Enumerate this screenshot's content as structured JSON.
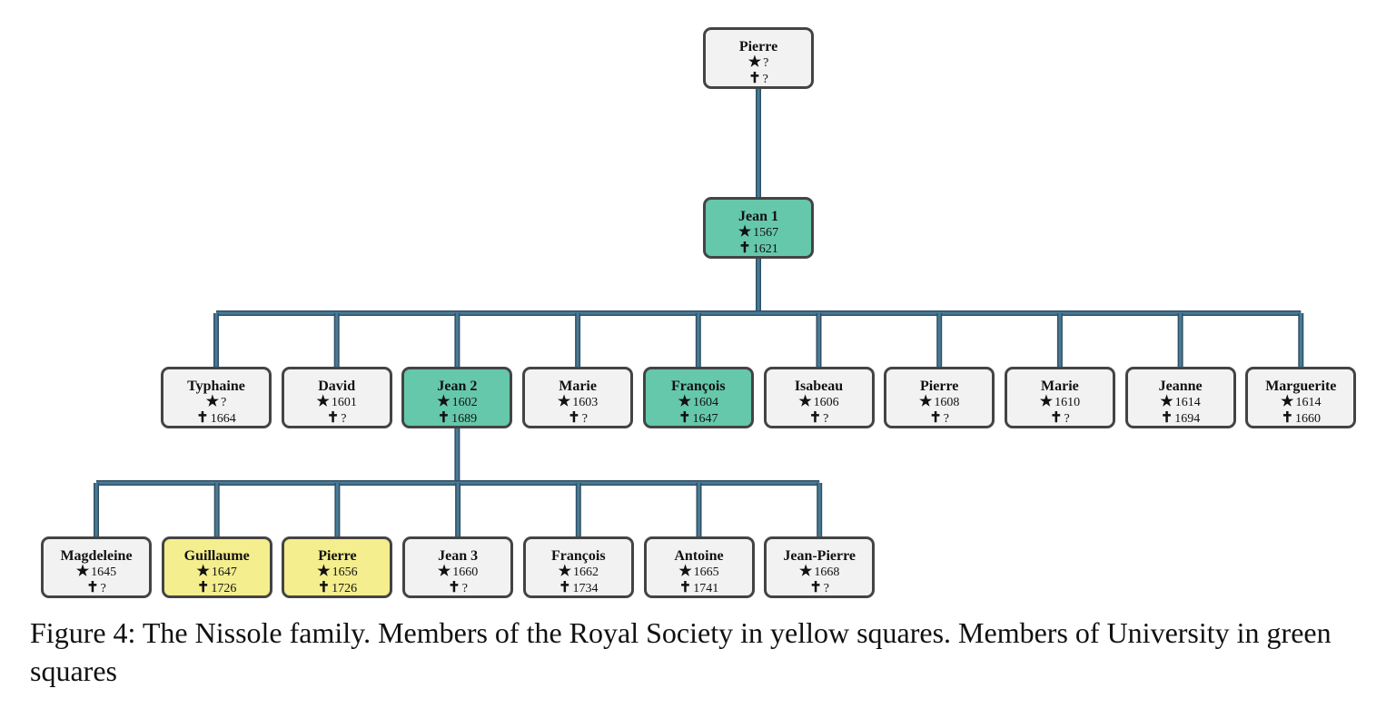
{
  "tree": {
    "root": {
      "name": "Pierre",
      "born": "?",
      "died": "?",
      "group": "none"
    },
    "level1": {
      "name": "Jean 1",
      "born": "1567",
      "died": "1621",
      "group": "university"
    },
    "children": [
      {
        "name": "Typhaine",
        "born": "?",
        "died": "1664",
        "group": "none"
      },
      {
        "name": "David",
        "born": "1601",
        "died": "?",
        "group": "none"
      },
      {
        "name": "Jean 2",
        "born": "1602",
        "died": "1689",
        "group": "university"
      },
      {
        "name": "Marie",
        "born": "1603",
        "died": "?",
        "group": "none"
      },
      {
        "name": "François",
        "born": "1604",
        "died": "1647",
        "group": "university"
      },
      {
        "name": "Isabeau",
        "born": "1606",
        "died": "?",
        "group": "none"
      },
      {
        "name": "Pierre",
        "born": "1608",
        "died": "?",
        "group": "none"
      },
      {
        "name": "Marie",
        "born": "1610",
        "died": "?",
        "group": "none"
      },
      {
        "name": "Jeanne",
        "born": "1614",
        "died": "1694",
        "group": "none"
      },
      {
        "name": "Marguerite",
        "born": "1614",
        "died": "1660",
        "group": "none"
      }
    ],
    "grandchildren": [
      {
        "name": "Magdeleine",
        "born": "1645",
        "died": "?",
        "group": "none"
      },
      {
        "name": "Guillaume",
        "born": "1647",
        "died": "1726",
        "group": "royal"
      },
      {
        "name": "Pierre",
        "born": "1656",
        "died": "1726",
        "group": "royal"
      },
      {
        "name": "Jean 3",
        "born": "1660",
        "died": "?",
        "group": "none"
      },
      {
        "name": "François",
        "born": "1662",
        "died": "1734",
        "group": "none"
      },
      {
        "name": "Antoine",
        "born": "1665",
        "died": "1741",
        "group": "none"
      },
      {
        "name": "Jean-Pierre",
        "born": "1668",
        "died": "?",
        "group": "none"
      }
    ]
  },
  "symbols": {
    "born": "★",
    "died": "✝"
  },
  "colors": {
    "university": "#66c8aa",
    "royal": "#f4ee8e",
    "default": "#f2f2f2",
    "connector": "#4a7a96"
  },
  "caption": "Figure 4: The Nissole family. Members of the Royal Society in yellow squares. Members of University in green squares"
}
